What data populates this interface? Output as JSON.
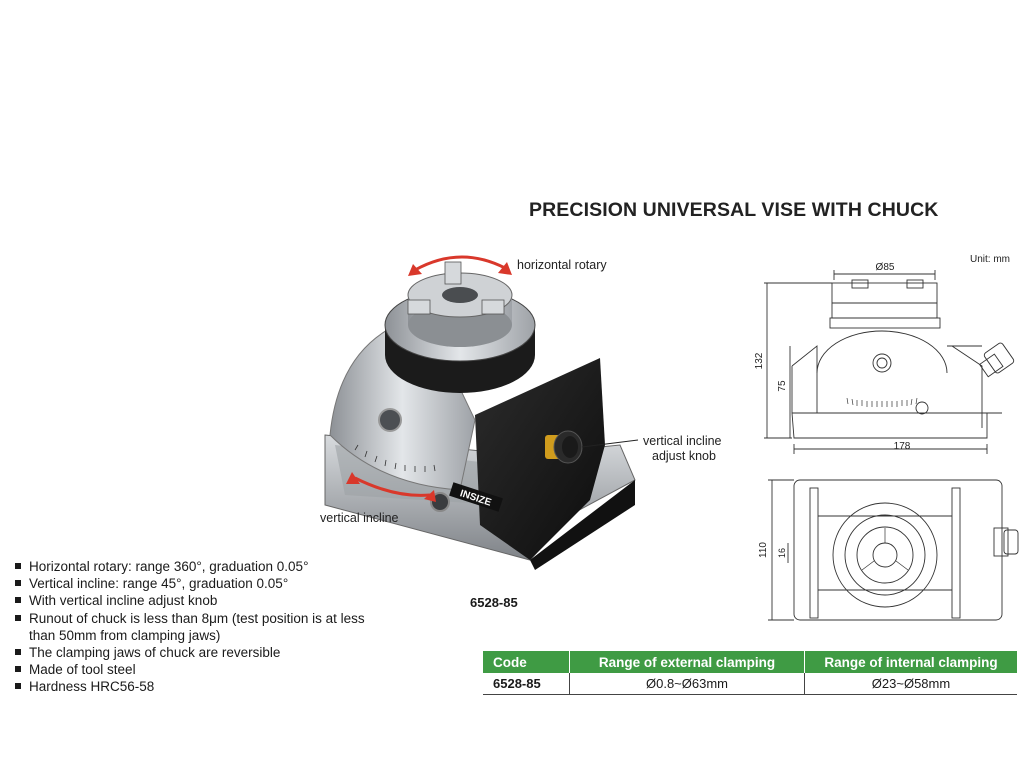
{
  "title": "PRECISION UNIVERSAL VISE WITH CHUCK",
  "unit": "Unit: mm",
  "photo": {
    "annotations": {
      "horizontal_rotary": "horizontal rotary",
      "vertical_incline_knob_line1": "vertical incline",
      "vertical_incline_knob_line2": "adjust knob",
      "vertical_incline": "vertical incline"
    },
    "brand": "INSIZE"
  },
  "model_number": "6528-85",
  "features": [
    "Horizontal rotary: range 360°, graduation 0.05°",
    "Vertical incline: range 45°, graduation 0.05°",
    "With vertical incline adjust knob",
    "Runout of chuck is less than 8μm (test position is at less than 50mm from clamping jaws)",
    "The clamping jaws of chuck are reversible",
    "Made of tool steel",
    "Hardness HRC56-58"
  ],
  "drawing": {
    "dimensions": {
      "chuck_diameter": "Ø85",
      "total_height": "132",
      "base_height": "75",
      "length": "178",
      "width": "110",
      "slot": "16"
    }
  },
  "table": {
    "headers": [
      "Code",
      "Range of external clamping",
      "Range of internal clamping"
    ],
    "rows": [
      [
        "6528-85",
        "Ø0.8~Ø63mm",
        "Ø23~Ø58mm"
      ]
    ]
  },
  "colors": {
    "header_green": "#3f9b44",
    "arrow_red": "#d9382b"
  }
}
